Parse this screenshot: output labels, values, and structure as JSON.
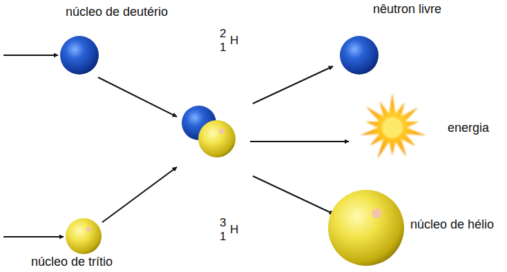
{
  "diagram": {
    "nodes": [
      {
        "text": [
          "núcleo de deutério"
        ]
      },
      {
        "text": [
          "núcleo de trítio"
        ]
      },
      {
        "text": [
          "nêutron livre"
        ]
      },
      {
        "text": [
          "energia"
        ]
      },
      {
        "text": [
          "núcleo de hélio"
        ]
      }
    ],
    "labels": [
      "2",
      "1",
      "H",
      "3",
      "1",
      "H"
    ]
  }
}
